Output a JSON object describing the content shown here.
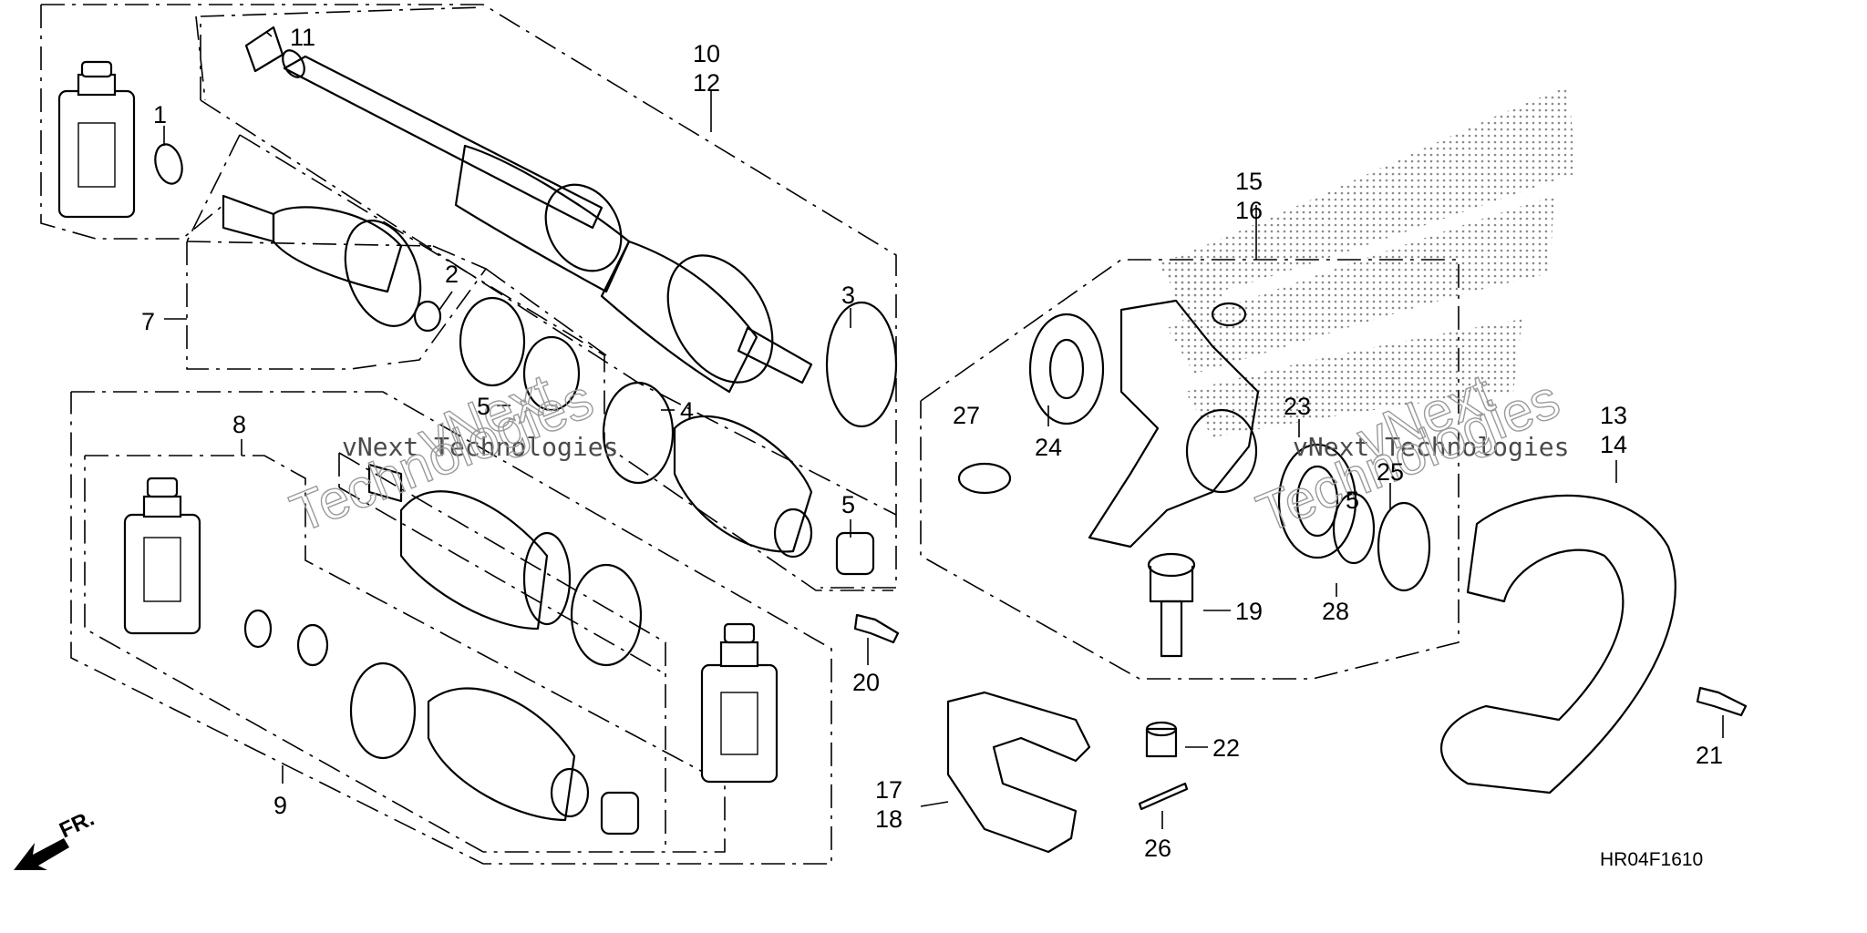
{
  "diagram_code": "HR04F1610",
  "direction_label": "FR.",
  "watermark": {
    "line1": "vNext Technologies",
    "big_top": "vNext",
    "big_bottom": "Technologies"
  },
  "callouts": {
    "c1": "1",
    "c2": "2",
    "c3": "3",
    "c4": "4",
    "c5a": "5",
    "c5b": "5",
    "c5c": "5",
    "c7": "7",
    "c8": "8",
    "c9": "9",
    "c10": "10",
    "c11": "11",
    "c12": "12",
    "c13": "13",
    "c14": "14",
    "c15": "15",
    "c16": "16",
    "c17": "17",
    "c18": "18",
    "c19": "19",
    "c20": "20",
    "c21": "21",
    "c22": "22",
    "c23": "23",
    "c24": "24",
    "c25": "25",
    "c26": "26",
    "c27": "27",
    "c28": "28"
  }
}
